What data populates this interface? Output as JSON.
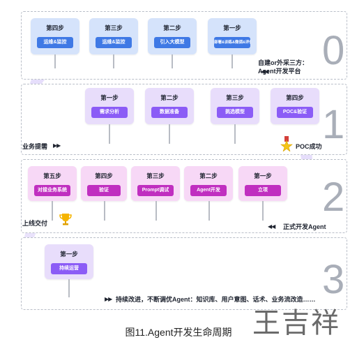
{
  "phases": [
    {
      "number": "0",
      "label": "自建or外采三方：\nAgent开发平台",
      "steps": [
        {
          "step": "第四步",
          "task": "运维&监控"
        },
        {
          "step": "第三步",
          "task": "运维&监控"
        },
        {
          "step": "第二步",
          "task": "引入大模型"
        },
        {
          "step": "第一步",
          "task": "部署&训练&微调&评估下载"
        }
      ]
    },
    {
      "number": "1",
      "label_left": "业务提需",
      "label_right": "POC成功",
      "steps": [
        {
          "step": "第一步",
          "task": "需求分析"
        },
        {
          "step": "第二步",
          "task": "数据准备"
        },
        {
          "step": "第三步",
          "task": "挑选模型"
        },
        {
          "step": "第四步",
          "task": "POC&验证"
        }
      ]
    },
    {
      "number": "2",
      "label_left": "上线交付",
      "label_right": "正式开发Agent",
      "steps": [
        {
          "step": "第五步",
          "task": "对接业务系统"
        },
        {
          "step": "第四步",
          "task": "验证"
        },
        {
          "step": "第三步",
          "task": "Prompt调试"
        },
        {
          "step": "第二步",
          "task": "Agent开发"
        },
        {
          "step": "第一步",
          "task": "立项"
        }
      ]
    },
    {
      "number": "3",
      "label": "持续改进，不断调优Agent：知识库、用户意图、话术、业务流改造……",
      "steps": [
        {
          "step": "第一步",
          "task": "持续运营"
        }
      ]
    }
  ],
  "arrow_left": "◀◀",
  "arrow_right": "▶▶",
  "caption": "图11.Agent开发生命周期",
  "watermark": "王吉祥",
  "colors": {
    "blue": "#3f79e5",
    "purple": "#8b5cf6",
    "pink": "#c02fc0",
    "track": "#e3dcfb"
  }
}
